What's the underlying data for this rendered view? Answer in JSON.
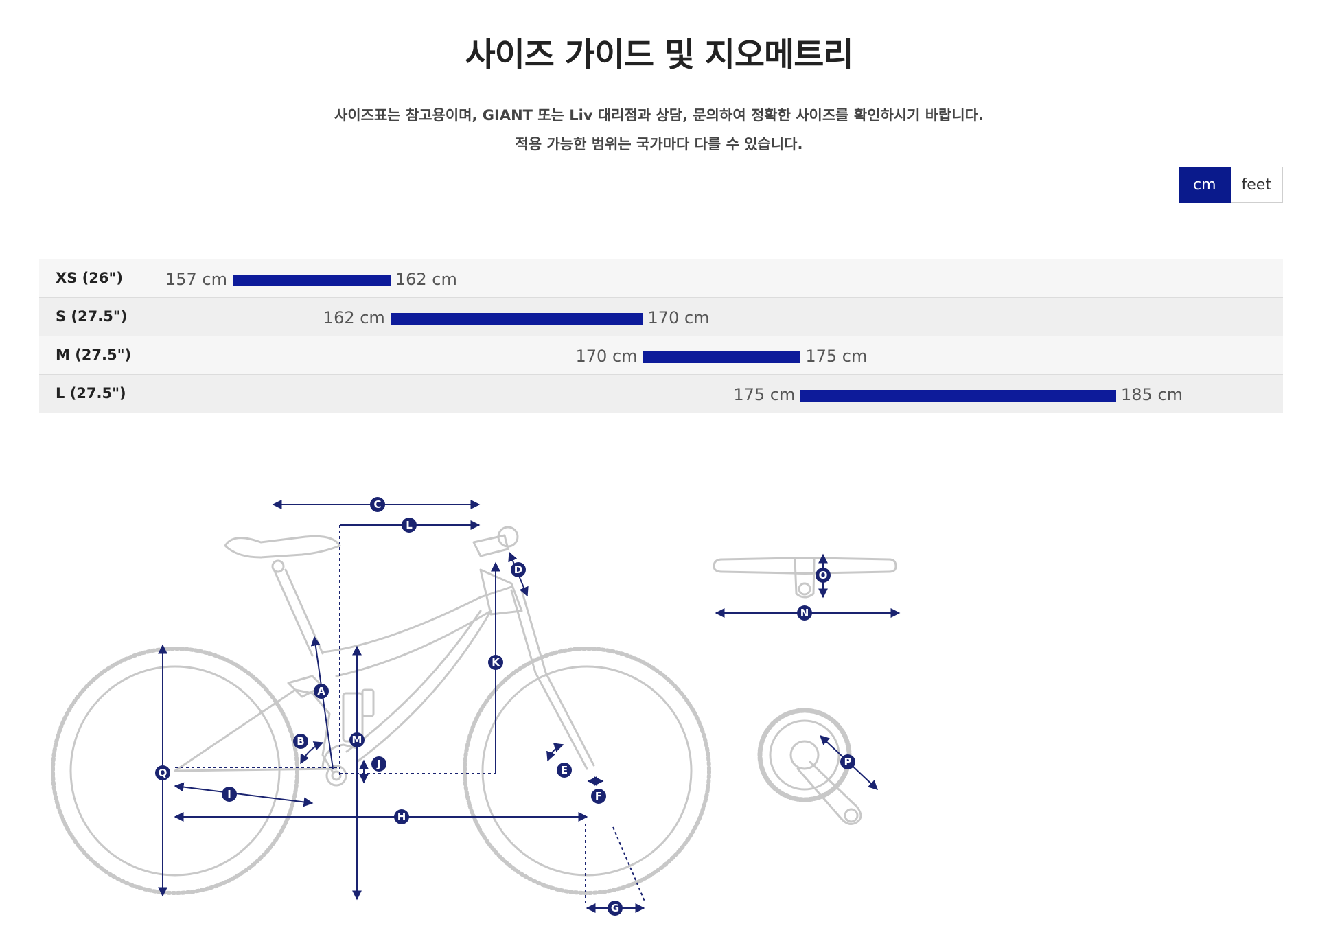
{
  "page": {
    "title": "사이즈 가이드 및 지오메트리",
    "description_line1": "사이즈표는 참고용이며, GIANT 또는 Liv 대리점과 상담, 문의하여 정확한 사이즈를 확인하시기 바랍니다.",
    "description_line2": "적용 가능한 범위는 국가마다 다를 수 있습니다."
  },
  "units": {
    "selected": "cm",
    "options": [
      {
        "label": "cm"
      },
      {
        "label": "feet"
      }
    ]
  },
  "colors": {
    "accent": "#0d1b9a",
    "diagram_line": "#c8c8c8",
    "dimension": "#1a2370"
  },
  "sizes": [
    {
      "label": "XS (26\")",
      "min_cm": 157,
      "max_cm": 162,
      "min_label": "157 cm",
      "max_label": "162 cm"
    },
    {
      "label": "S (27.5\")",
      "min_cm": 162,
      "max_cm": 170,
      "min_label": "162 cm",
      "max_label": "170 cm"
    },
    {
      "label": "M (27.5\")",
      "min_cm": 170,
      "max_cm": 175,
      "min_label": "170 cm",
      "max_label": "175 cm"
    },
    {
      "label": "L (27.5\")",
      "min_cm": 175,
      "max_cm": 185,
      "min_label": "175 cm",
      "max_label": "185 cm"
    }
  ],
  "geometry_labels": [
    "A",
    "B",
    "C",
    "D",
    "E",
    "F",
    "G",
    "H",
    "I",
    "J",
    "K",
    "L",
    "M",
    "N",
    "O",
    "P",
    "Q"
  ]
}
